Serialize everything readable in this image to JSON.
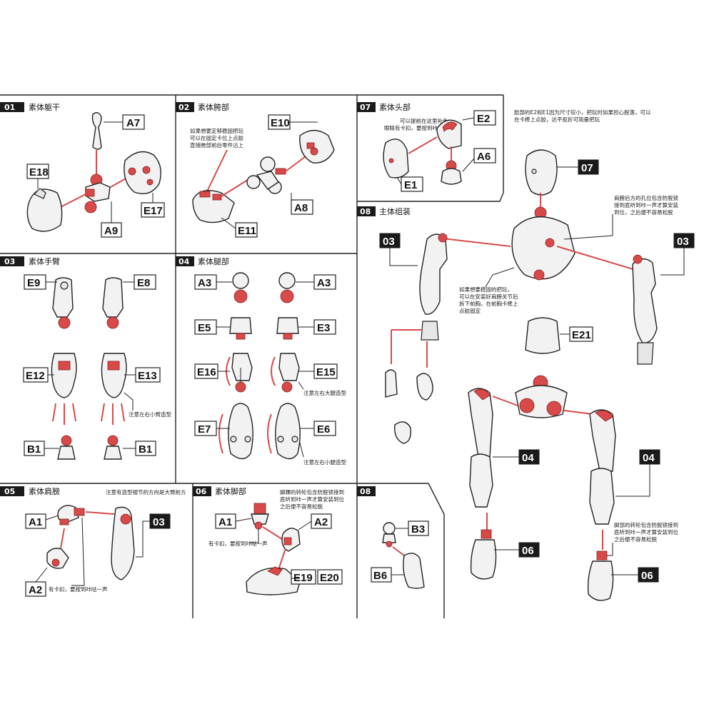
{
  "sections": [
    {
      "num": "01",
      "title": "素体躯干"
    },
    {
      "num": "02",
      "title": "素体胯部"
    },
    {
      "num": "03",
      "title": "素体手臂"
    },
    {
      "num": "04",
      "title": "素体腿部"
    },
    {
      "num": "05",
      "title": "素体肩膀"
    },
    {
      "num": "06",
      "title": "素体脚部"
    },
    {
      "num": "07",
      "title": "素体头部"
    },
    {
      "num": "08",
      "title": "主体组装"
    },
    {
      "num": "08",
      "title": ""
    }
  ],
  "parts": {
    "A7": "A7",
    "E18": "E18",
    "E17": "E17",
    "A9": "A9",
    "E10": "E10",
    "A8": "A8",
    "E11": "E11",
    "E9": "E9",
    "E8": "E8",
    "E12": "E12",
    "E13": "E13",
    "B1a": "B1",
    "B1b": "B1",
    "A3a": "A3",
    "A3b": "A3",
    "E5": "E5",
    "E3": "E3",
    "E16": "E16",
    "E15": "E15",
    "E7": "E7",
    "E6": "E6",
    "A1a": "A1",
    "A2a": "A2",
    "ref03a": "03",
    "A1b": "A1",
    "A2b": "A2",
    "E19": "E19",
    "E20": "E20",
    "E2": "E2",
    "A6": "A6",
    "E1": "E1",
    "ref07": "07",
    "ref03b": "03",
    "ref03c": "03",
    "E21": "E21",
    "ref04a": "04",
    "ref04b": "04",
    "ref06a": "06",
    "ref06b": "06",
    "B3": "B3",
    "B6": "B6"
  },
  "notes": {
    "s02": [
      "如果想要定够稳固把玩",
      "可以在固定卡位上点胶",
      "直接胯部前后零件沾上"
    ],
    "s03": "注意左右小臂造型",
    "s04a": "注意左右大腿造型",
    "s04b": "注意左右小腿造型",
    "s05a": "注意有造型褶节的方向是大臂前方",
    "s05b": "有卡扣，要按到咔哒一声",
    "s06a": [
      "脚踝的转轮包含防脱锁接到",
      "底听到咔一声才算安装到位",
      "之后便不容易松脱"
    ],
    "s06b": "有卡扣，要按到咔哒一声",
    "s07a": [
      "可以提前在这里补色",
      "眼睛有卡扣，要按到咔一声"
    ],
    "s07b": [
      "脸部的E2和E1因为尺寸较小，把玩时如果担心脱落，可以",
      "在卡榫上点胶，达平拒折可简量把玩"
    ],
    "s08a": [
      "肩膀后方的孔位包含防脱锁",
      "接到底听到咔一声才算安装",
      "到位，之后便不容易松脱"
    ],
    "s08b": [
      "如果想要稳固的把玩，",
      "可以在安装好肩膀关节后",
      "拆下前胸，在前胸卡榫上",
      "点胶固定"
    ],
    "s08c": [
      "脚部的转轮包含防脱锁接到",
      "底听到咔一声才算安装到位",
      "之后便不容易松脱"
    ]
  }
}
